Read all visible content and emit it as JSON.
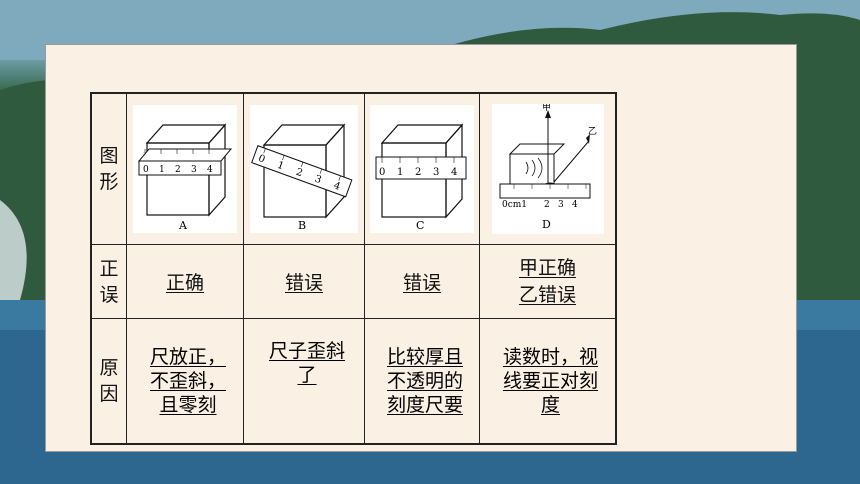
{
  "table": {
    "row_headers": {
      "figure": "图形",
      "correctness": "正误",
      "reason": "原因"
    },
    "figure_labels": [
      "A",
      "B",
      "C",
      "D"
    ],
    "ruler_ticks": [
      "0",
      "1",
      "2",
      "3",
      "4"
    ],
    "fig_d": {
      "cm_label": "0cm1",
      "eye_top": "甲",
      "eye_side": "乙"
    },
    "correctness": [
      "正确",
      "错误",
      "错误"
    ],
    "correctness_d": [
      "甲正确",
      "乙错误"
    ],
    "reasons": [
      [
        "尺放正，",
        "不歪斜，",
        "且零刻"
      ],
      [
        "尺子歪斜",
        "了"
      ],
      [
        "比较厚且",
        "不透明的",
        "刻度尺要"
      ],
      [
        "读数时，视",
        "线要正对刻",
        "度"
      ]
    ]
  }
}
